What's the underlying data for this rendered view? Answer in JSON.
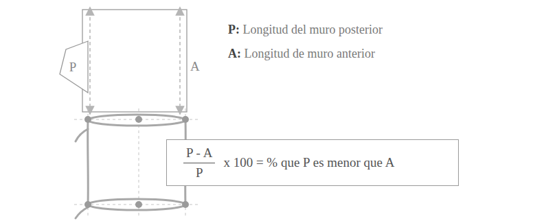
{
  "diagram": {
    "nodes": [
      {
        "text": [
          "P"
        ]
      },
      {
        "text": [
          "P - A",
          "P",
          "x 100 = % que P es menor que A"
        ]
      }
    ],
    "labels": [
      "A",
      "P: Longitud del muro posterior",
      "A: Longitud de muro anterior"
    ]
  }
}
